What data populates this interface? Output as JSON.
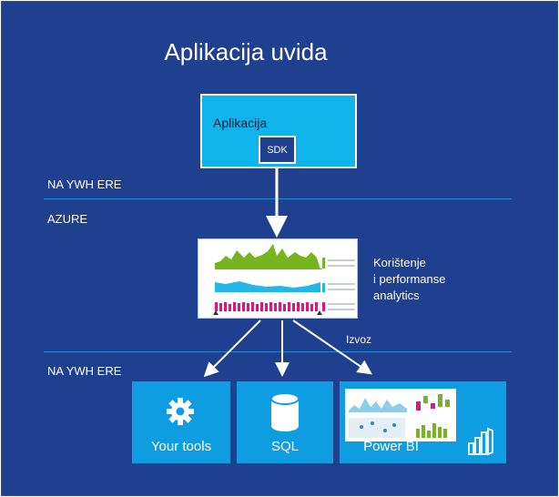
{
  "title": "Aplikacija uvida",
  "application": {
    "label": "Aplikacija",
    "sdk_label": "SDK"
  },
  "zones": {
    "top_label": "NA YWH ERE",
    "azure_label": "AZURE",
    "bottom_label": "NA YWH ERE"
  },
  "analytics": {
    "label_line1": "Korištenje",
    "label_line2": "i performanse",
    "label_line3": "analytics"
  },
  "export_label": "Izvoz",
  "tiles": [
    {
      "label": "Your tools",
      "icon": "gear-icon"
    },
    {
      "label": "SQL",
      "icon": "database-icon"
    },
    {
      "label": "Power BI",
      "icon": "power-bi-icon"
    }
  ],
  "colors": {
    "background": "#1f3f8f",
    "accent": "#0fb4ea",
    "tile": "#0f9de2",
    "divider": "#2a84d6",
    "chart_green": "#76b51e",
    "chart_cyan": "#23b6e8",
    "chart_magenta": "#e0157c"
  }
}
